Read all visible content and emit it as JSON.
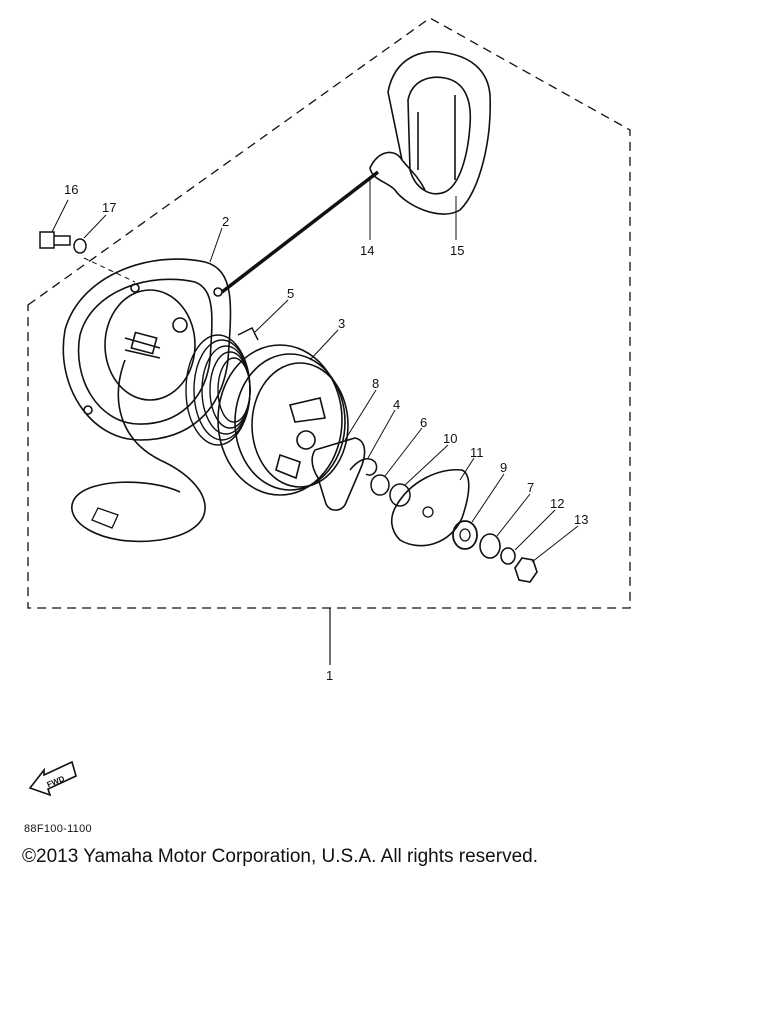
{
  "diagram": {
    "part_labels": {
      "p1": "1",
      "p2": "2",
      "p3": "3",
      "p4": "4",
      "p5": "5",
      "p6": "6",
      "p7": "7",
      "p8": "8",
      "p9": "9",
      "p10": "10",
      "p11": "11",
      "p12": "12",
      "p13": "13",
      "p14": "14",
      "p15": "15",
      "p16": "16",
      "p17": "17"
    },
    "fwd_label": "FWD"
  },
  "footer": {
    "diagram_code": "88F100-1100",
    "copyright": "©2013 Yamaha Motor Corporation, U.S.A. All rights reserved."
  }
}
